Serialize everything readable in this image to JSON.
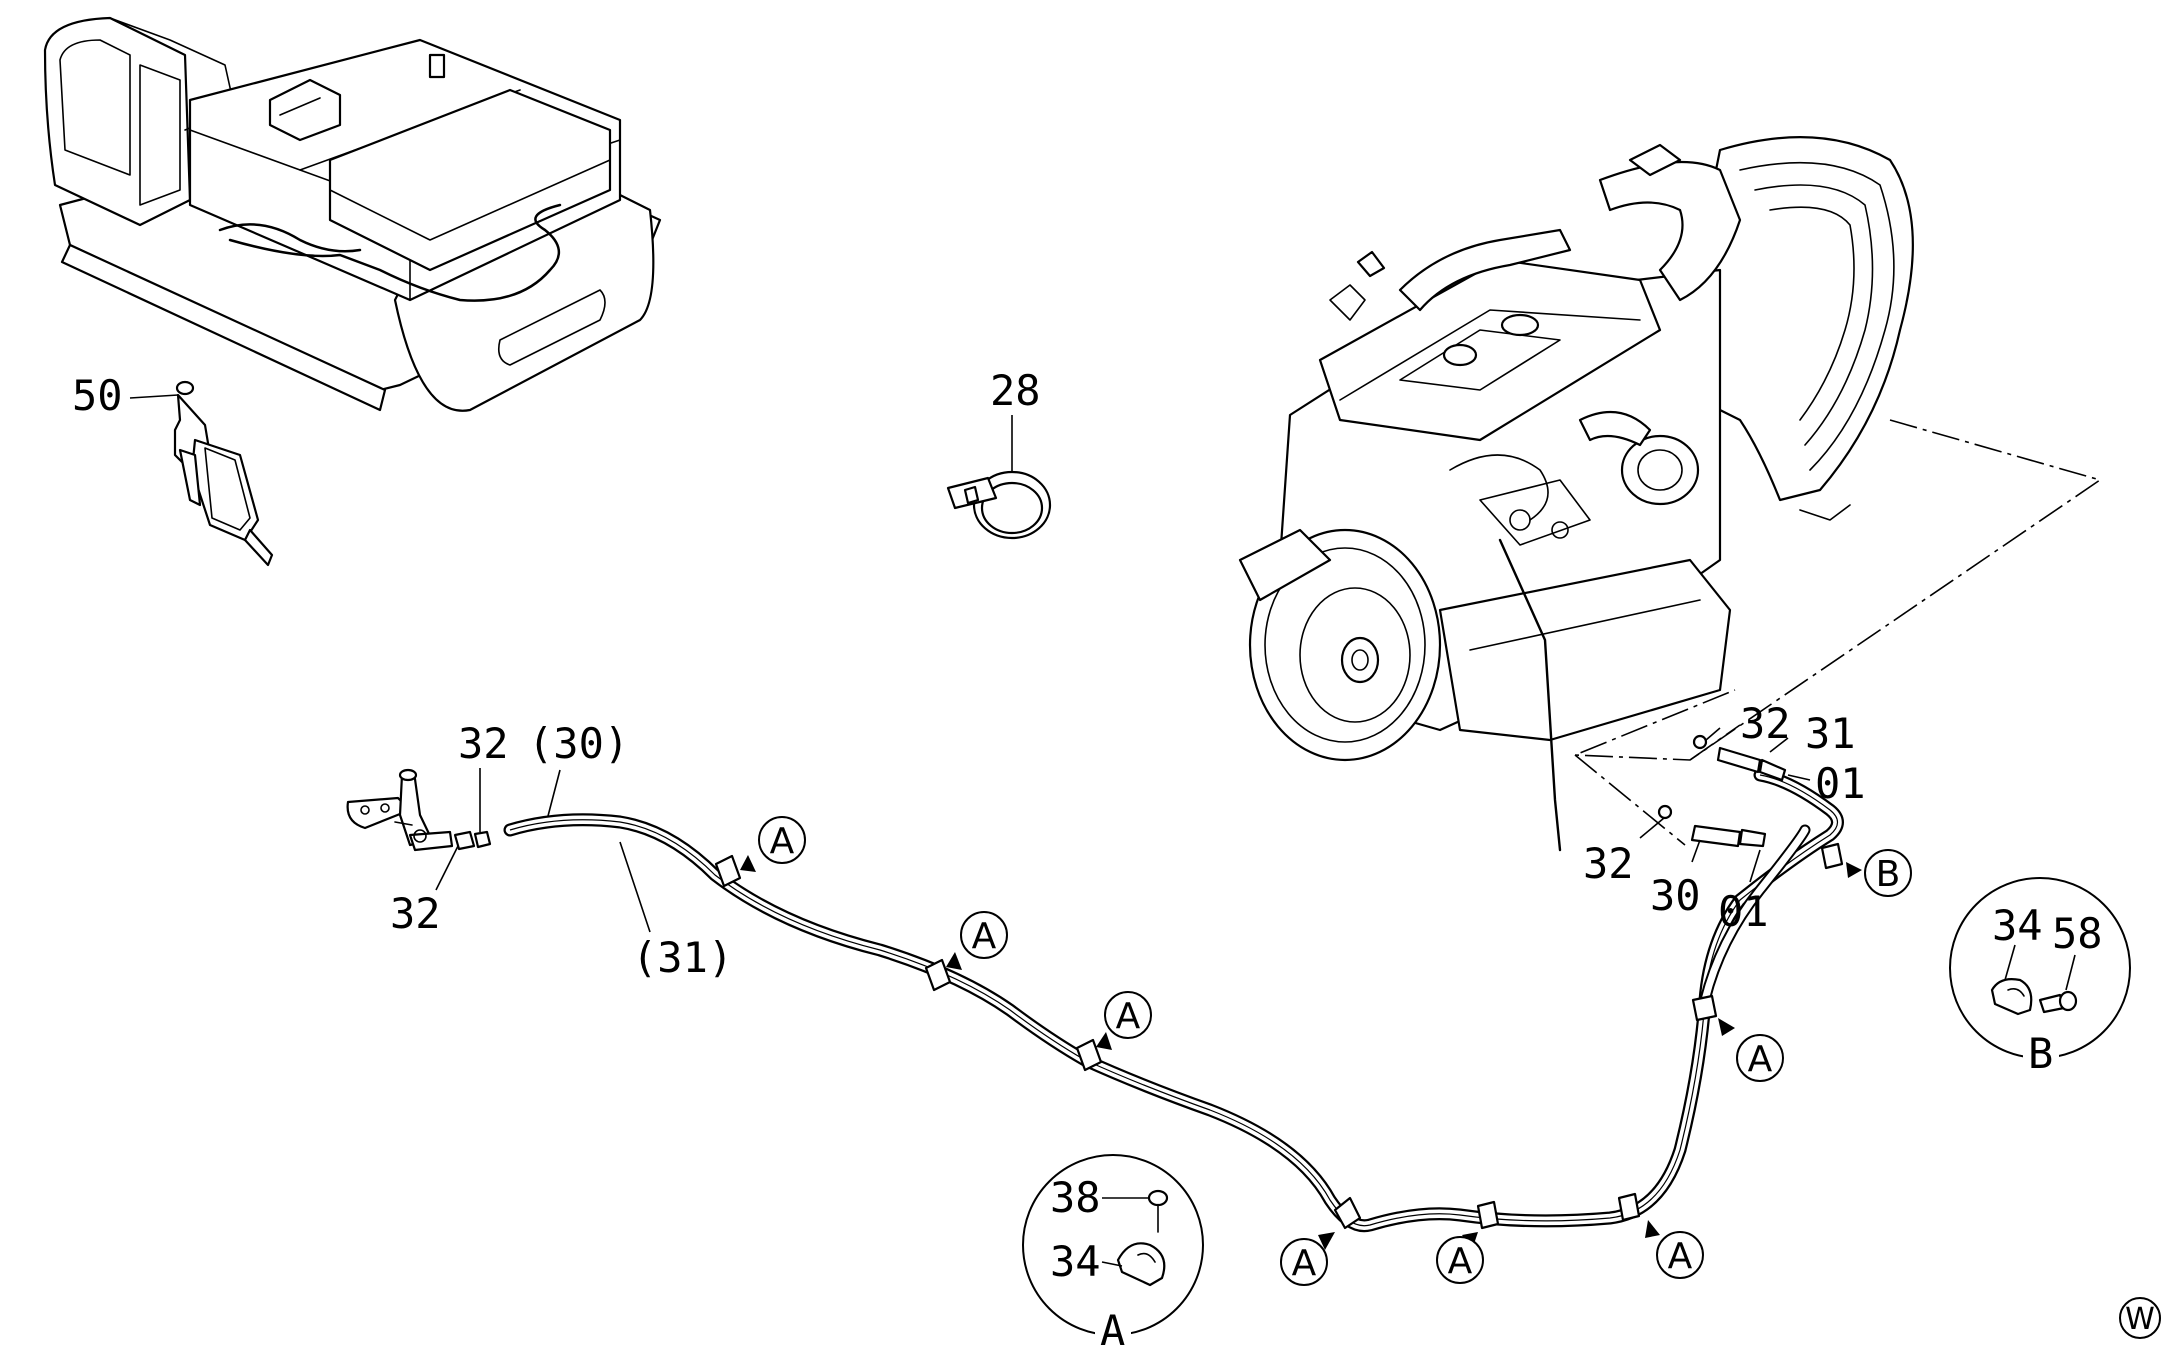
{
  "callouts": {
    "p50": "50",
    "p28": "28",
    "p32_left_top": "32",
    "p30_left": "(30)",
    "p32_left_bottom": "32",
    "p31_left": "(31)",
    "p32_right_top": "32",
    "p31_right": "31",
    "p01_right_top": "01",
    "p32_right_mid": "32",
    "p30_right": "30",
    "p01_right_mid": "01",
    "detailA_38": "38",
    "detailA_34": "34",
    "detailB_34": "34",
    "detailB_58": "58"
  },
  "detail_markers": {
    "a": "A",
    "b": "B"
  },
  "detail_titles": {
    "a": "A",
    "b": "B"
  },
  "corner_mark": "W"
}
